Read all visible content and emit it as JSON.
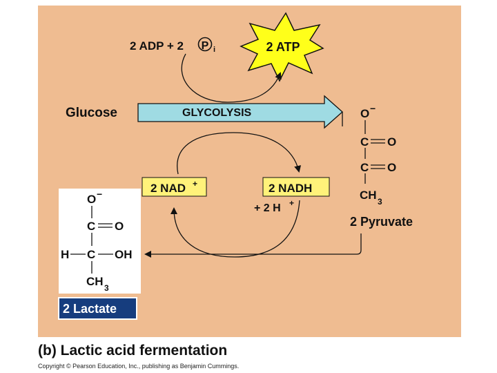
{
  "figure": {
    "adp_pi": "2 ADP + 2",
    "pi_symbol": "P",
    "pi_subscript": "i",
    "atp": "2 ATP",
    "glucose": "Glucose",
    "glycolysis": "GLYCOLYSIS",
    "nad_plus": "2 NAD",
    "nad_plus_sup": "+",
    "nadh": "2 NADH",
    "h_plus": "+ 2 H",
    "h_plus_sup": "+",
    "pyruvate": {
      "o_minus": "O",
      "minus_sign": "−",
      "c1": "C",
      "o1": "O",
      "c2": "C",
      "o2": "O",
      "ch3": "CH",
      "ch3_sub": "3",
      "label": "2 Pyruvate"
    },
    "lactate": {
      "o_minus": "O",
      "minus_sign": "−",
      "c1": "C",
      "o1": "O",
      "h": "H",
      "c2": "C",
      "oh": "OH",
      "ch3": "CH",
      "ch3_sub": "3",
      "label": "2 Lactate"
    }
  },
  "caption": "(b) Lactic acid fermentation",
  "copyright": "Copyright © Pearson Education, Inc., publishing as Benjamin Cummings.",
  "colors": {
    "panel_bg": "#efbc91",
    "atp_star": "#ffff1a",
    "nad_box": "#fff27a",
    "glycolysis_arrow": "#9fdbe3",
    "lactate_label_bg": "#163d7e"
  }
}
